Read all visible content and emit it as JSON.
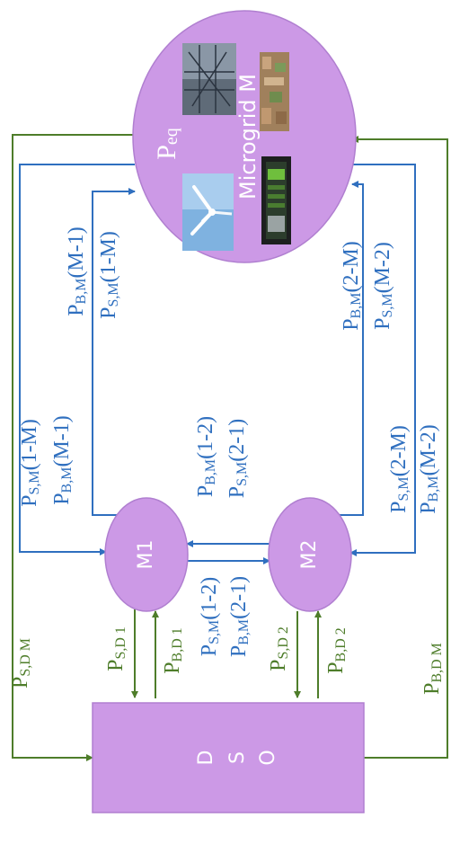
{
  "colors": {
    "node_fill": "#cc99e6",
    "node_stroke": "#b07fd0",
    "blue": "#2f6fbf",
    "green": "#4e7d2a",
    "white": "#ffffff"
  },
  "nodes": {
    "dso": [
      "D",
      "S",
      "O"
    ],
    "m1": "M1",
    "m2": "M2",
    "microgrid_m": "Microgrid M",
    "p_eq": {
      "base": "P",
      "sub": "eq"
    }
  },
  "green_labels": {
    "s_d1": {
      "base": "P",
      "sub": "S,D 1"
    },
    "b_d1": {
      "base": "P",
      "sub": "B,D 1"
    },
    "s_d2": {
      "base": "P",
      "sub": "S,D 2"
    },
    "b_d2": {
      "base": "P",
      "sub": "B,D 2"
    },
    "s_dm": {
      "base": "P",
      "sub": "S,D M"
    },
    "b_dm": {
      "base": "P",
      "sub": "B,D M"
    }
  },
  "blue_labels": {
    "s_1m": {
      "base": "P",
      "sub": "S,M",
      "tail": "(1-M)"
    },
    "b_m1": {
      "base": "P",
      "sub": "B,M",
      "tail": "(M-1)"
    },
    "b_m1_upper": {
      "base": "P",
      "sub": "B,M",
      "tail": "(M-1)"
    },
    "s_1m_upper": {
      "base": "P",
      "sub": "S,M",
      "tail": "(1-M)"
    },
    "b_12": {
      "base": "P",
      "sub": "B,M",
      "tail": "(1-2)"
    },
    "s_21": {
      "base": "P",
      "sub": "S,M",
      "tail": "(2-1)"
    },
    "s_12": {
      "base": "P",
      "sub": "S,M",
      "tail": "(1-2)"
    },
    "b_21": {
      "base": "P",
      "sub": "B,M",
      "tail": "(2-1)"
    },
    "s_2m": {
      "base": "P",
      "sub": "S,M",
      "tail": "(2-M)"
    },
    "b_m2": {
      "base": "P",
      "sub": "B,M",
      "tail": "(M-2)"
    },
    "b_2m_upper": {
      "base": "P",
      "sub": "B,M",
      "tail": "(2-M)"
    },
    "s_m2_upper": {
      "base": "P",
      "sub": "S,M",
      "tail": "(M-2)"
    }
  }
}
